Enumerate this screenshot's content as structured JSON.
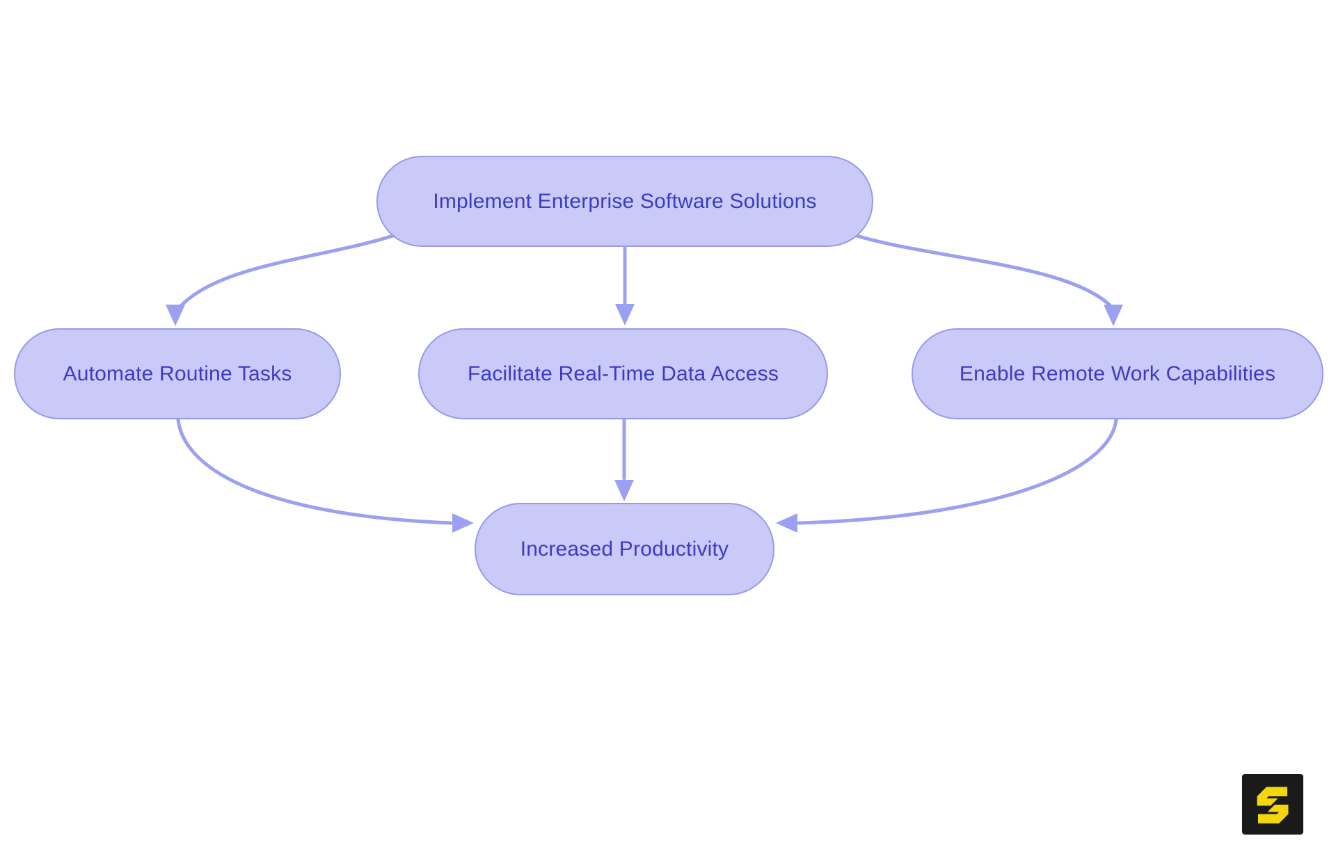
{
  "diagram": {
    "background_color": "#ffffff",
    "node_fill_color": "#c9caf8",
    "node_border_color": "#989ae8",
    "node_text_color": "#3b3cc1",
    "arrow_color": "#9ba0f1",
    "nodes": [
      {
        "id": "root",
        "label": "Implement Enterprise Software Solutions"
      },
      {
        "id": "automate",
        "label": "Automate Routine Tasks"
      },
      {
        "id": "realtime",
        "label": "Facilitate Real-Time Data Access"
      },
      {
        "id": "remote",
        "label": "Enable Remote Work Capabilities"
      },
      {
        "id": "productivity",
        "label": "Increased Productivity"
      }
    ],
    "edges": [
      {
        "from": "root",
        "to": "automate"
      },
      {
        "from": "root",
        "to": "realtime"
      },
      {
        "from": "root",
        "to": "remote"
      },
      {
        "from": "automate",
        "to": "productivity"
      },
      {
        "from": "realtime",
        "to": "productivity"
      },
      {
        "from": "remote",
        "to": "productivity"
      }
    ]
  },
  "logo": {
    "letter": "S",
    "background_color": "#1a1a1a",
    "letter_color": "#f2d70f"
  }
}
